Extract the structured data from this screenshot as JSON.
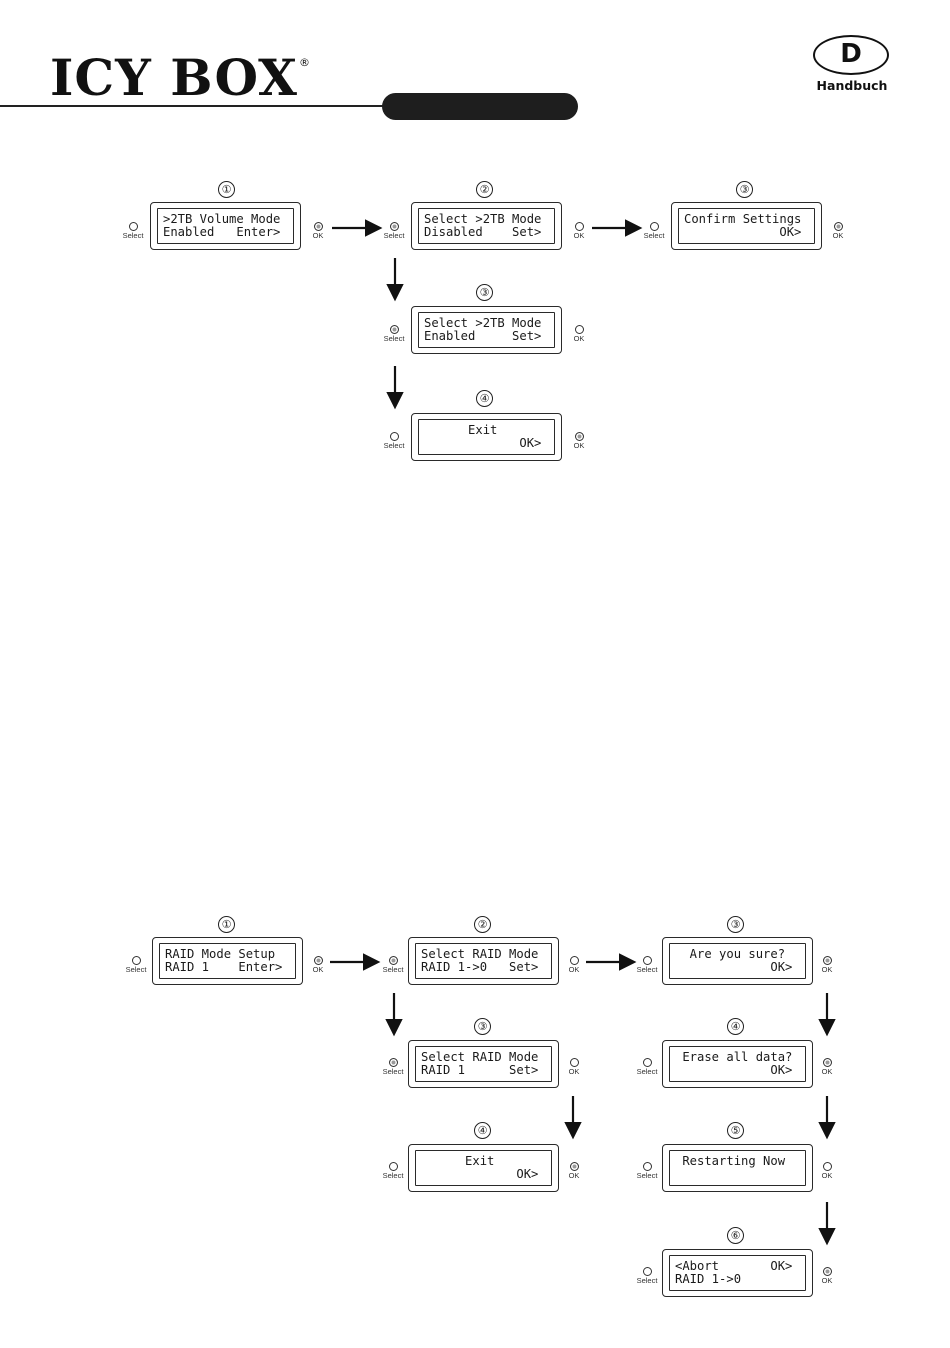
{
  "header": {
    "brand": "ICY BOX",
    "registered_mark": "®",
    "language_code": "D",
    "language_label": "Handbuch"
  },
  "buttons": {
    "select": "Select",
    "ok": "OK"
  },
  "step_symbols": [
    "①",
    "②",
    "③",
    "④",
    "⑤",
    "⑥"
  ],
  "diagram_2tb": {
    "screens": [
      {
        "step": "①",
        "line1": ">2TB Volume Mode",
        "line2": "Enabled   Enter>"
      },
      {
        "step": "②",
        "line1": "Select >2TB Mode",
        "line2": "Disabled    Set>"
      },
      {
        "step": "③",
        "line1": "Confirm Settings",
        "line2": "             OK>"
      },
      {
        "step": "③",
        "line1": "Select >2TB Mode",
        "line2": "Enabled     Set>"
      },
      {
        "step": "④",
        "line1": "      Exit",
        "line2": "             OK>"
      }
    ]
  },
  "diagram_raid": {
    "screens": [
      {
        "step": "①",
        "line1": "RAID Mode Setup",
        "line2": "RAID 1    Enter>"
      },
      {
        "step": "②",
        "line1": "Select RAID Mode",
        "line2": "RAID 1->0   Set>"
      },
      {
        "step": "③",
        "line1": "  Are you sure?",
        "line2": "             OK>"
      },
      {
        "step": "③",
        "line1": "Select RAID Mode",
        "line2": "RAID 1      Set>"
      },
      {
        "step": "④",
        "line1": " Erase all data?",
        "line2": "             OK>"
      },
      {
        "step": "④",
        "line1": "      Exit",
        "line2": "             OK>"
      },
      {
        "step": "⑤",
        "line1": " Restarting Now",
        "line2": ""
      },
      {
        "step": "⑥",
        "line1": "<Abort       OK>",
        "line2": "RAID 1->0"
      }
    ]
  },
  "colors": {
    "ink": "#1a1a1a",
    "pill": "#1e1e1e",
    "lit_led": "#9a9a9a"
  }
}
